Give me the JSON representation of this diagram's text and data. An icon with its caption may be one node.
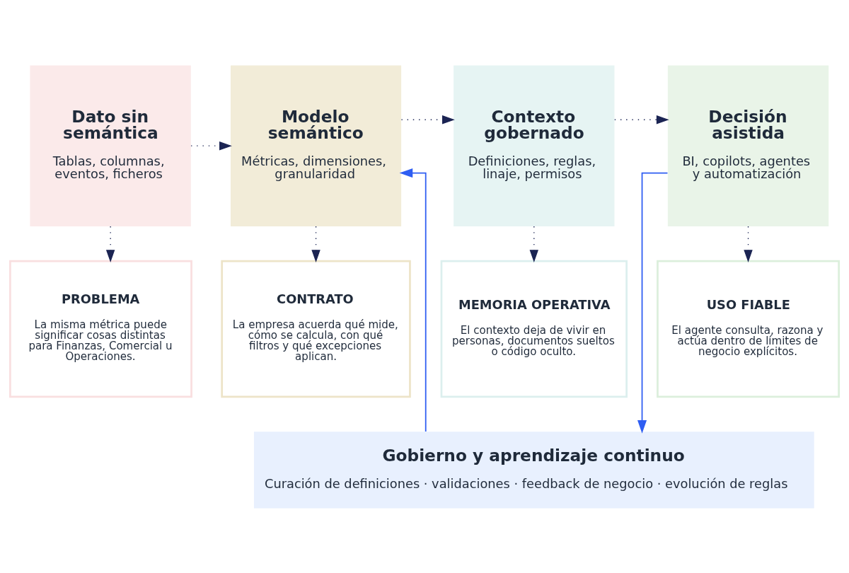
{
  "diagram": {
    "nodes": [
      {
        "text": [
          "Dato sin semántica",
          "Tablas, columnas, eventos, ficheros"
        ]
      },
      {
        "text": [
          "Modelo semántico",
          "Métricas, dimensiones, granularidad"
        ]
      },
      {
        "text": [
          "Contexto gobernado",
          "Definiciones, reglas, linaje, permisos"
        ]
      },
      {
        "text": [
          "Decisión asistida",
          "BI, copilots, agentes y automatización"
        ]
      },
      {
        "text": [
          "PROBLEMA",
          "La misma métrica puede significar cosas distintas para Finanzas, Comercial u Operaciones."
        ]
      },
      {
        "text": [
          "CONTRATO",
          "La empresa acuerda qué mide, cómo se calcula, con qué filtros y qué excepciones aplican."
        ]
      },
      {
        "text": [
          "MEMORIA OPERATIVA",
          "El contexto deja de vivir en personas, documentos sueltos o código oculto."
        ]
      },
      {
        "text": [
          "USO FIABLE",
          "El agente consulta, razona y actúa dentro de límites de negocio explícitos."
        ]
      },
      {
        "text": [
          "Gobierno y aprendizaje continuo",
          "Curación de definiciones · validaciones · feedback de negocio · evolución de reglas"
        ]
      }
    ],
    "edges": [
      {
        "from": 0,
        "to": 1,
        "arrow": "to",
        "style": "dashed"
      },
      {
        "from": 1,
        "to": 2,
        "arrow": "to",
        "style": "dashed"
      },
      {
        "from": 2,
        "to": 3,
        "arrow": "to",
        "style": "dashed"
      },
      {
        "from": 0,
        "to": 4,
        "arrow": "to",
        "style": "dashed"
      },
      {
        "from": 1,
        "to": 5,
        "arrow": "to",
        "style": "dashed"
      },
      {
        "from": 2,
        "to": 6,
        "arrow": "to",
        "style": "dashed"
      },
      {
        "from": 3,
        "to": 7,
        "arrow": "to",
        "style": "dashed"
      },
      {
        "from": 8,
        "to": 1,
        "arrow": "to",
        "color": "#2f5ef2"
      },
      {
        "from": 3,
        "to": 8,
        "arrow": "to",
        "color": "#2f5ef2"
      }
    ]
  }
}
